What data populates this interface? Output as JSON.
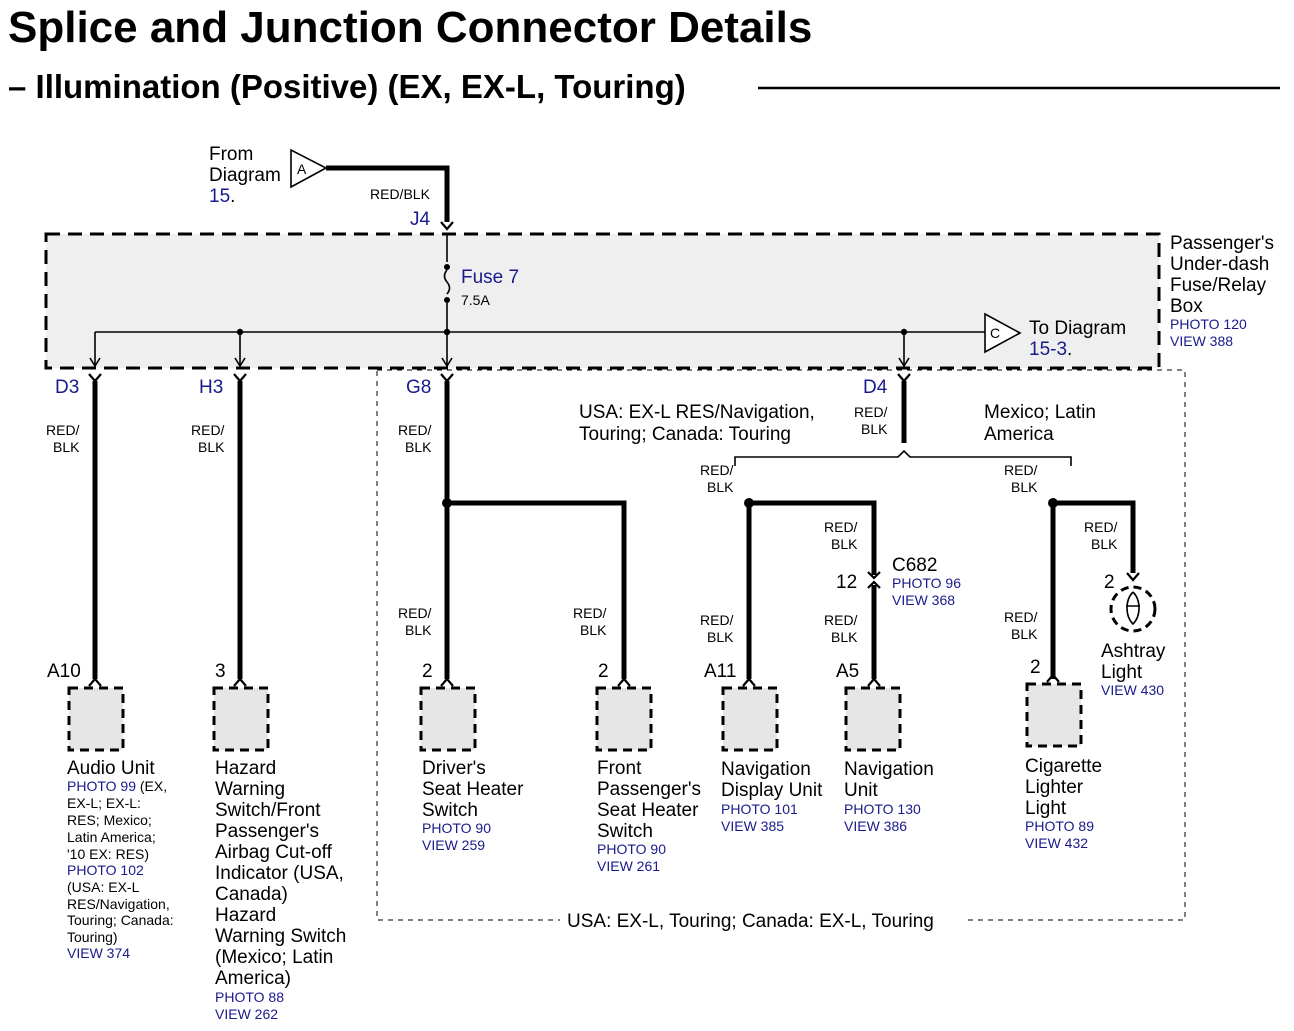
{
  "header": {
    "title": "Splice and Junction Connector Details",
    "subtitle": "– Illumination (Positive) (EX, EX-L, Touring)"
  },
  "source": {
    "from": "From",
    "diagram": "Diagram",
    "num": "15",
    "dot": ".",
    "letter": "A",
    "wire": "RED/BLK",
    "terminal": "J4"
  },
  "fuse_box": {
    "name": [
      "Passenger's",
      "Under-dash",
      "Fuse/Relay",
      "Box"
    ],
    "photo": "PHOTO 120",
    "view": "VIEW 388",
    "fuse_name": "Fuse 7",
    "fuse_rating": "7.5A",
    "to_letter": "C",
    "to_label": "To Diagram",
    "to_num": "15-3",
    "dot": "."
  },
  "outputs": {
    "d3": "D3",
    "h3": "H3",
    "g8": "G8",
    "d4": "D4"
  },
  "wire_labels": {
    "red": "RED/",
    "blk": "BLK"
  },
  "notes": {
    "usa_line1": "USA: EX-L RES/Navigation,",
    "usa_line2": "Touring; Canada: Touring",
    "mex_line1": "Mexico; Latin",
    "mex_line2": "America",
    "region_box": "USA: EX-L, Touring; Canada: EX-L, Touring"
  },
  "connector": {
    "name": "C682",
    "pin": "12",
    "photo": "PHOTO 96",
    "view": "VIEW 368"
  },
  "components": {
    "audio": {
      "pin": "A10",
      "name": "Audio Unit",
      "notes": [
        "PHOTO 99 (EX,",
        "EX-L; EX-L:",
        "RES; Mexico;",
        "Latin America;",
        "'10 EX: RES)",
        "PHOTO 102",
        "(USA: EX-L",
        "RES/Navigation,",
        "Touring; Canada:",
        "Touring)",
        "VIEW 374"
      ]
    },
    "hazard": {
      "pin": "3",
      "name": [
        "Hazard",
        "Warning",
        "Switch/Front",
        "Passenger's",
        "Airbag Cut-off",
        "Indicator (USA,",
        "Canada)",
        "Hazard",
        "Warning Switch",
        "(Mexico; Latin",
        "America)"
      ],
      "photo": "PHOTO 88",
      "view": "VIEW 262"
    },
    "driver_seat": {
      "pin": "2",
      "name": [
        "Driver's",
        "Seat Heater",
        "Switch"
      ],
      "photo": "PHOTO 90",
      "view": "VIEW 259"
    },
    "front_seat": {
      "pin": "2",
      "name": [
        "Front",
        "Passenger's",
        "Seat Heater",
        "Switch"
      ],
      "photo": "PHOTO 90",
      "view": "VIEW 261"
    },
    "nav_display": {
      "pin": "A11",
      "name": [
        "Navigation",
        "Display Unit"
      ],
      "photo": "PHOTO 101",
      "view": "VIEW 385"
    },
    "nav_unit": {
      "pin": "A5",
      "name": [
        "Navigation",
        "Unit"
      ],
      "photo": "PHOTO 130",
      "view": "VIEW 386"
    },
    "cigarette": {
      "pin": "2",
      "name": [
        "Cigarette",
        "Lighter",
        "Light"
      ],
      "photo": "PHOTO 89",
      "view": "VIEW 432"
    },
    "ashtray": {
      "pin": "2",
      "name": [
        "Ashtray",
        "Light"
      ],
      "view": "VIEW 430"
    }
  },
  "colors": {
    "accent": "#1a1a8c",
    "box_fill": "#e6e6e6",
    "fusebox_fill": "#efefef"
  }
}
